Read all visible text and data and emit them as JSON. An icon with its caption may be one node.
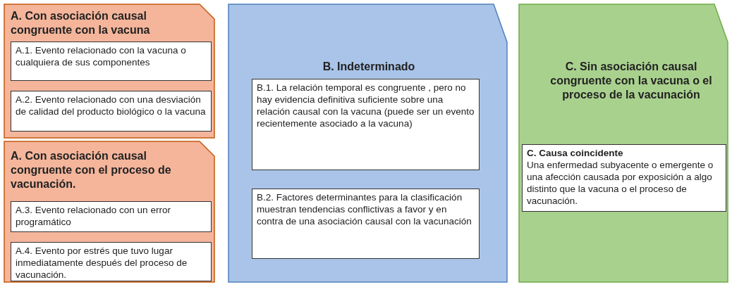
{
  "diagram": {
    "nodes": [
      {
        "text": [
          "A. Con asociación causal congruente con la vacuna"
        ]
      },
      {
        "text": [
          "A.1. Evento relacionado con la vacuna o cualquiera de sus componentes"
        ],
        "in": 0
      },
      {
        "text": [
          "A.2. Evento relacionado con una desviación de calidad del producto biológico o la vacuna"
        ],
        "in": 0
      },
      {
        "text": [
          "A. Con asociación causal congruente con el proceso de vacunación."
        ]
      },
      {
        "text": [
          "A.3. Evento relacionado con un error programático"
        ],
        "in": 3
      },
      {
        "text": [
          "A.4. Evento por estrés que tuvo lugar inmediatamente después del proceso de vacunación."
        ],
        "in": 3
      },
      {
        "text": [
          "B. Indeterminado"
        ]
      },
      {
        "text": [
          "B.1. La relación temporal es congruente , pero no hay evidencia definitiva suficiente sobre una relación causal con la vacuna (puede ser un evento recientemente asociado a la vacuna)"
        ],
        "in": 6
      },
      {
        "text": [
          "B.2. Factores determinantes para la clasificación muestran tendencias conflictivas a favor y en contra de una asociación causal con la vacunación"
        ],
        "in": 6
      },
      {
        "text": [
          "C. Sin asociación causal congruente con la vacuna o el proceso de la vacunación"
        ]
      },
      {
        "text": [
          "C. Causa coincidente",
          "Una enfermedad subyacente o emergente o una afección causada por exposición a algo distinto que la vacuna o el proceso de vacunación."
        ],
        "in": 9
      }
    ]
  }
}
